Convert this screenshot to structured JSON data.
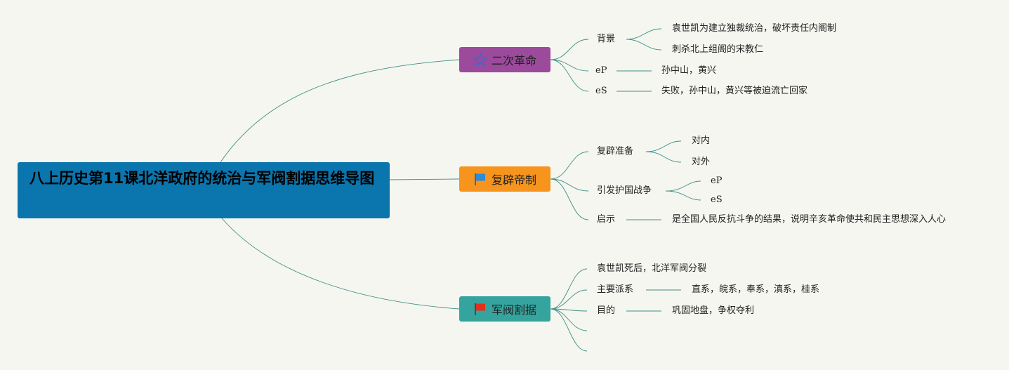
{
  "root": {
    "title": "八上历史第11课北洋政府的统治与军阀割据思维导图"
  },
  "topics": [
    {
      "label": "二次革命",
      "icon": "star-icon",
      "color": "#9b4a9c",
      "children": [
        {
          "label": "背景",
          "children": [
            "袁世凯为建立独裁统治，破坏责任内阁制",
            "刺杀北上组阁的宋教仁"
          ]
        },
        {
          "label": "eP",
          "children": [
            "孙中山，黄兴"
          ]
        },
        {
          "label": "eS",
          "children": [
            "失败，孙中山，黄兴等被迫流亡回家"
          ]
        }
      ]
    },
    {
      "label": "复辟帝制",
      "icon": "blue-flag-icon",
      "color": "#f6941d",
      "children": [
        {
          "label": "复辟准备",
          "children": [
            "对内",
            "对外"
          ]
        },
        {
          "label": "引发护国战争",
          "children": [
            "eP",
            "eS"
          ]
        },
        {
          "label": "启示",
          "children": [
            "是全国人民反抗斗争的结果，说明辛亥革命使共和民主思想深入人心"
          ]
        }
      ]
    },
    {
      "label": "军阀割据",
      "icon": "red-flag-icon",
      "color": "#36a49e",
      "children": [
        {
          "label": "袁世凯死后，北洋军阀分裂",
          "children": []
        },
        {
          "label": "主要派系",
          "children": [
            "直系，皖系，奉系，滇系，桂系"
          ]
        },
        {
          "label": "目的",
          "children": [
            "巩固地盘，争权夺利"
          ]
        },
        {
          "label": "",
          "children": []
        },
        {
          "label": "",
          "children": []
        }
      ]
    }
  ]
}
